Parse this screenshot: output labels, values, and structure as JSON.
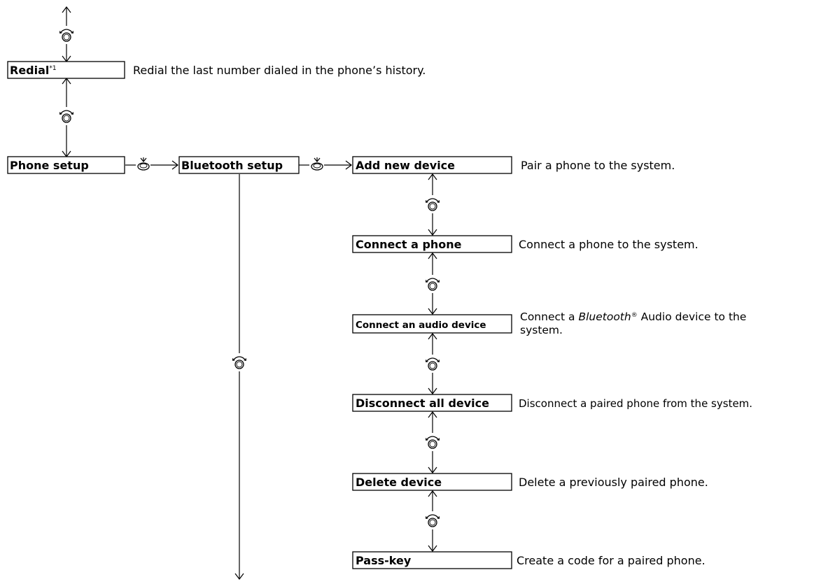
{
  "menu": {
    "redial": {
      "label": "Redial",
      "footnote": "*1",
      "description": "Redial the last number dialed in the phone’s history."
    },
    "phone_setup": {
      "label": "Phone setup"
    },
    "bluetooth_setup": {
      "label": "Bluetooth setup"
    },
    "add_new_device": {
      "label": "Add new device",
      "description": "Pair a phone to the system."
    },
    "connect_a_phone": {
      "label": "Connect a phone",
      "description": "Connect a phone to the system."
    },
    "connect_audio_device": {
      "label": "Connect an audio device",
      "description_line1_prefix": "Connect a ",
      "description_line1_italic": "Bluetooth",
      "description_line1_reg": "®",
      "description_line1_suffix": " Audio device to the",
      "description_line2": "system."
    },
    "disconnect_all_device": {
      "label": "Disconnect all device",
      "description": "Disconnect a paired phone from the system."
    },
    "delete_device": {
      "label": "Delete device",
      "description": "Delete a previously paired phone."
    },
    "pass_key": {
      "label": "Pass-key",
      "description": "Create a code for a paired phone."
    }
  },
  "icons": {
    "rotate": "selector-knob-rotate-icon",
    "press": "selector-knob-press-icon"
  }
}
